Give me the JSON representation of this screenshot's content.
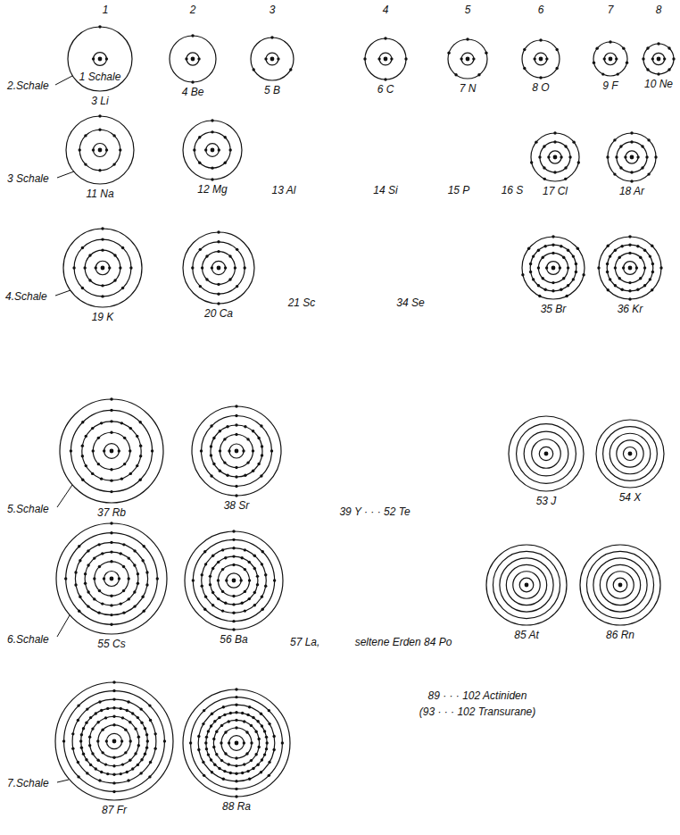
{
  "diagram": {
    "nodes": [
      {
        "text": [
          "3 Li"
        ]
      },
      {
        "text": [
          "4 Be"
        ]
      },
      {
        "text": [
          "5 B"
        ]
      },
      {
        "text": [
          "6 C"
        ]
      },
      {
        "text": [
          "7 N"
        ]
      },
      {
        "text": [
          "8 O"
        ]
      },
      {
        "text": [
          "9 F"
        ]
      },
      {
        "text": [
          "10 Ne"
        ]
      },
      {
        "text": [
          "11 Na"
        ]
      },
      {
        "text": [
          "12 Mg"
        ]
      },
      {
        "text": [
          "17 Cl"
        ]
      },
      {
        "text": [
          "18 Ar"
        ]
      },
      {
        "text": [
          "19 K"
        ]
      },
      {
        "text": [
          "20 Ca"
        ]
      },
      {
        "text": [
          "35 Br"
        ]
      },
      {
        "text": [
          "36 Kr"
        ]
      },
      {
        "text": [
          "37 Rb"
        ]
      },
      {
        "text": [
          "38 Sr"
        ]
      },
      {
        "text": [
          "53 J"
        ]
      },
      {
        "text": [
          "54 X"
        ]
      },
      {
        "text": [
          "55 Cs"
        ]
      },
      {
        "text": [
          "56 Ba"
        ]
      },
      {
        "text": [
          "85 At"
        ]
      },
      {
        "text": [
          "86 Rn"
        ]
      },
      {
        "text": [
          "87 Fr"
        ]
      },
      {
        "text": [
          "88 Ra"
        ]
      }
    ],
    "labels": [
      "1",
      "2",
      "3",
      "4",
      "5",
      "6",
      "7",
      "8",
      "1 Schale",
      "2.Schale",
      "3 Schale",
      "13 Al",
      "14 Si",
      "15 P",
      "16 S",
      "4.Schale",
      "21 Sc",
      "34 Se",
      "5.Schale",
      "39 Y · · · 52 Te",
      "6.Schale",
      "57 La,",
      "seltene Erden 84 Po",
      "7.Schale",
      "89 · · · 102 Actiniden",
      "(93 · · · 102 Transurane)"
    ]
  }
}
